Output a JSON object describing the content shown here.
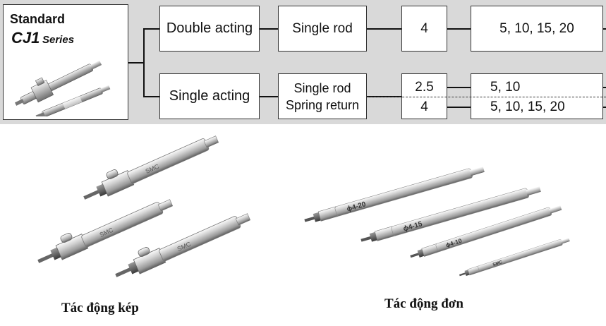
{
  "series": {
    "standard_label": "Standard",
    "series_code": "CJ1",
    "series_word": "Series",
    "image_icon": "cylinder-photo"
  },
  "actions": {
    "double": {
      "label": "Double acting",
      "rod": "Single rod",
      "bore_sizes": [
        {
          "bore": "4",
          "strokes": "5, 10, 15, 20"
        }
      ]
    },
    "single": {
      "label": "Single acting",
      "rod_line1": "Single rod",
      "rod_line2": "Spring return",
      "bore_sizes": [
        {
          "bore": "2.5",
          "strokes": "5, 10"
        },
        {
          "bore": "4",
          "strokes": "5, 10, 15, 20"
        }
      ]
    }
  },
  "photos": {
    "double_caption": "Tác động kép",
    "single_caption": "Tác động đơn",
    "cylinder_markings": [
      "ϕ4-20",
      "ϕ4-15",
      "ϕ4-10"
    ],
    "brand_marking": "SMC"
  },
  "colors": {
    "band_background": "#d9d9d9",
    "box_border": "#333333",
    "connector": "#111111"
  }
}
